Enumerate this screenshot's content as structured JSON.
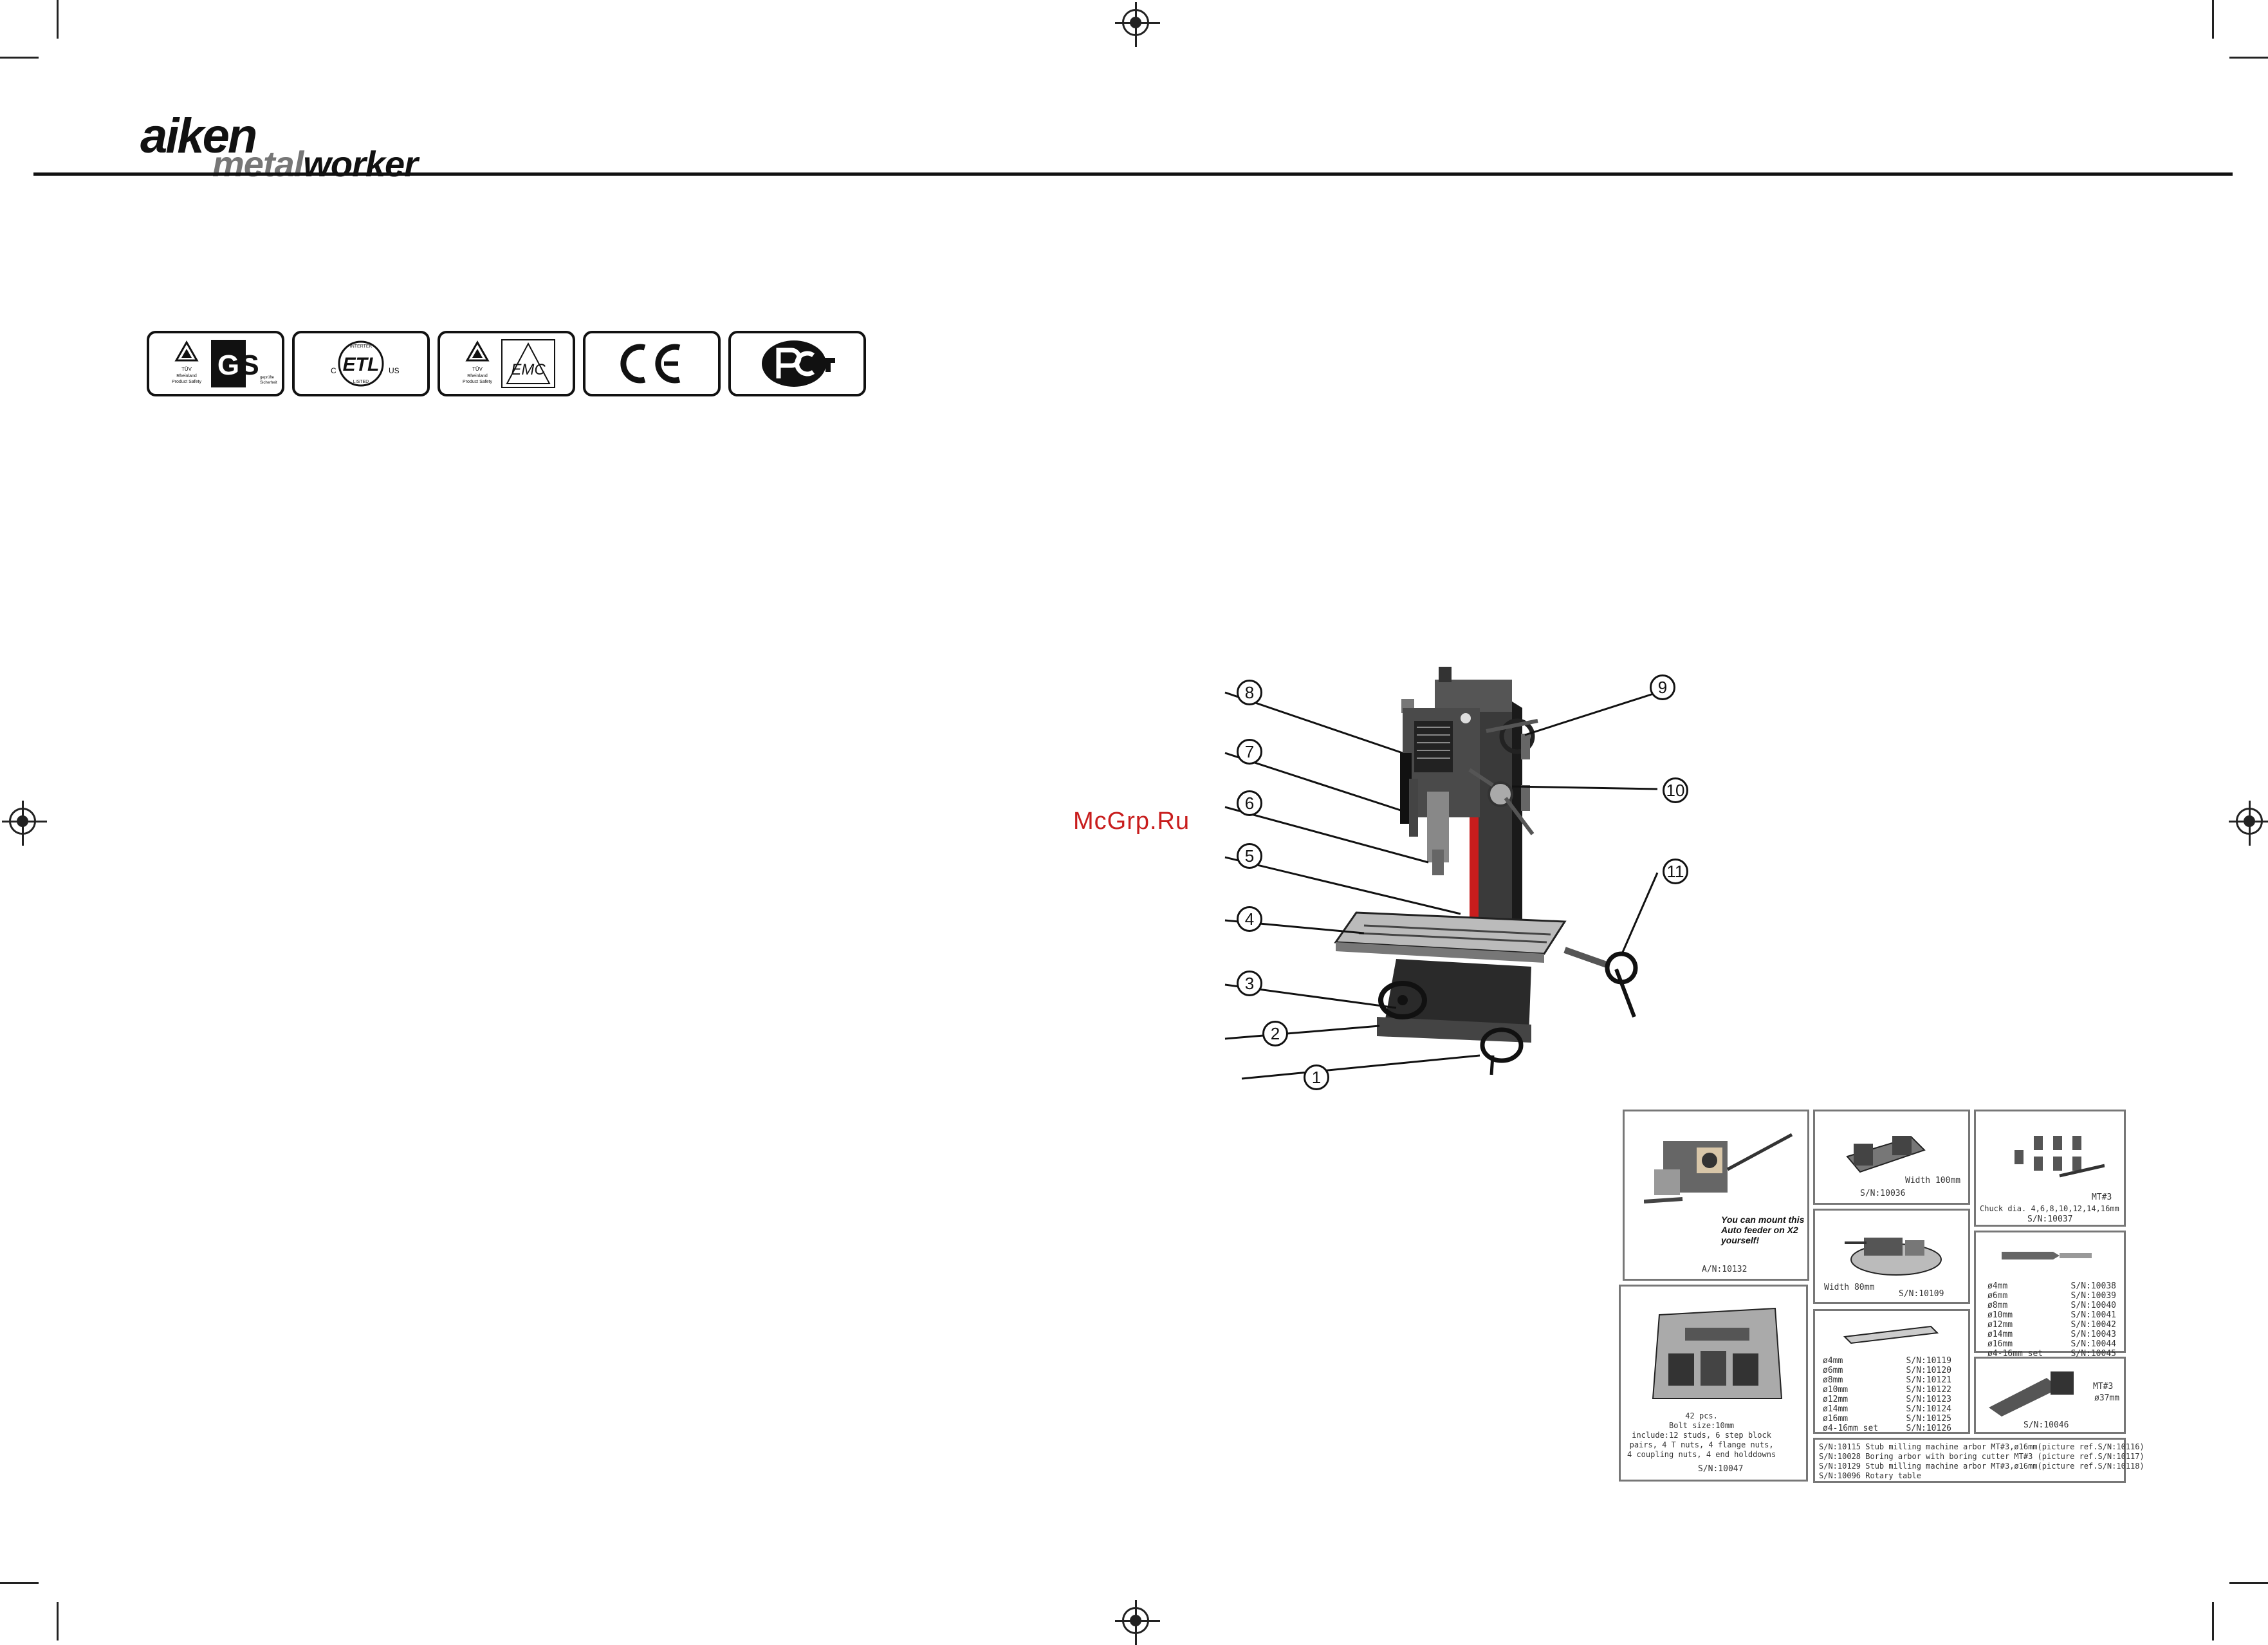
{
  "brand": {
    "logo_top": "aiken",
    "logo_bottom_light": "metal",
    "logo_bottom_bold": "worker"
  },
  "certifications": [
    {
      "name": "TÜV Rheinland GS",
      "label_left": "TÜV Rheinland Product Safety",
      "label_main": "GS"
    },
    {
      "name": "ETL Listed",
      "label_main": "ETL",
      "label_c": "C",
      "label_us": "US"
    },
    {
      "name": "TÜV Rheinland EMC",
      "label_left": "TÜV Rheinland Product Safety",
      "label_main": "EMC"
    },
    {
      "name": "CE",
      "label_main": "CE"
    },
    {
      "name": "PCT",
      "label_main": "PCT"
    }
  ],
  "watermark": "McGrp.Ru",
  "callouts": [
    "1",
    "2",
    "3",
    "4",
    "5",
    "6",
    "7",
    "8",
    "9",
    "10",
    "11"
  ],
  "accessories": {
    "auto_feeder": {
      "caption": "You can mount this\nAuto feeder on X2\nyourself!",
      "sn": "A/N:10132"
    },
    "vise_100": {
      "width": "Width 100mm",
      "sn": "S/N:10036"
    },
    "collet_set": {
      "label": "MT#3",
      "caption": "Chuck dia. 4,6,8,10,12,14,16mm",
      "sn": "S/N:10037"
    },
    "vise_80": {
      "width": "Width 80mm",
      "sn": "S/N:10109"
    },
    "end_mills": {
      "rows": [
        [
          "ø4mm",
          "S/N:10038"
        ],
        [
          "ø6mm",
          "S/N:10039"
        ],
        [
          "ø8mm",
          "S/N:10040"
        ],
        [
          "ø10mm",
          "S/N:10041"
        ],
        [
          "ø12mm",
          "S/N:10042"
        ],
        [
          "ø14mm",
          "S/N:10043"
        ],
        [
          "ø16mm",
          "S/N:10044"
        ],
        [
          "ø4-16mm set",
          "S/N:10045"
        ]
      ]
    },
    "clamp_kit": {
      "caption": "42 pcs.\nBolt size:10mm\ninclude:12 studs, 6 step block\npairs, 4 T nuts, 4 flange nuts,\n4 coupling nuts, 4 end holddowns",
      "sn": "S/N:10047"
    },
    "drill_rods": {
      "rows": [
        [
          "ø4mm",
          "S/N:10119"
        ],
        [
          "ø6mm",
          "S/N:10120"
        ],
        [
          "ø8mm",
          "S/N:10121"
        ],
        [
          "ø10mm",
          "S/N:10122"
        ],
        [
          "ø12mm",
          "S/N:10123"
        ],
        [
          "ø14mm",
          "S/N:10124"
        ],
        [
          "ø16mm",
          "S/N:10125"
        ],
        [
          "ø4-16mm set",
          "S/N:10126"
        ]
      ]
    },
    "arbor": {
      "label": "MT#3",
      "size": "ø37mm",
      "sn": "S/N:10046"
    },
    "notes": [
      "S/N:10115 Stub milling machine arbor MT#3,ø16mm(picture ref.S/N:10116)",
      "S/N:10028 Boring arbor with boring cutter MT#3 (picture ref.S/N:10117)",
      "S/N:10129 Stub milling machine arbor MT#3,ø16mm(picture ref.S/N:10118)",
      "S/N:10096 Rotary table"
    ]
  }
}
